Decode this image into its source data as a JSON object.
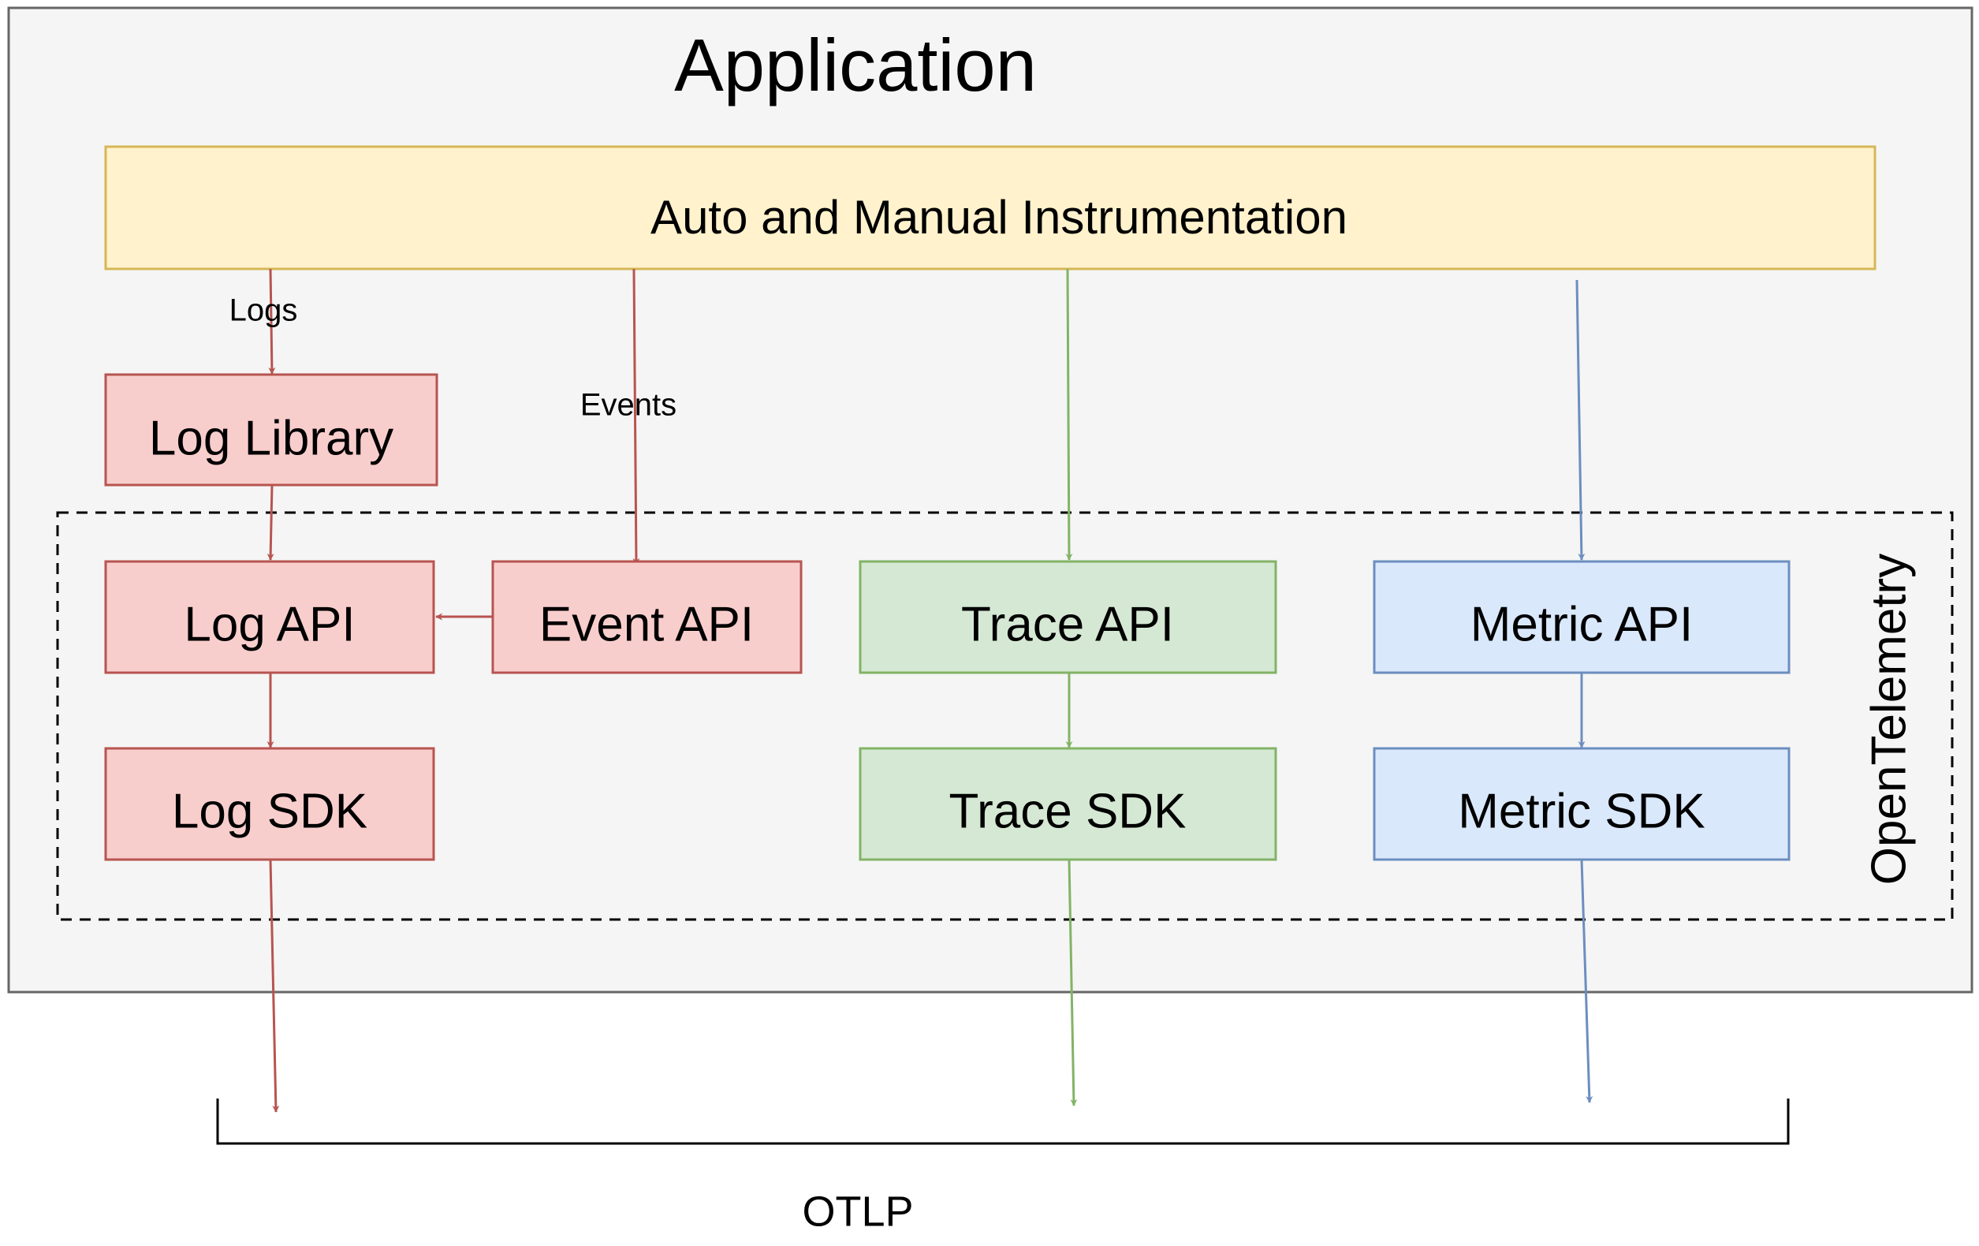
{
  "application": {
    "title": "Application"
  },
  "instrumentation": {
    "label": "Auto and Manual Instrumentation"
  },
  "edge_labels": {
    "logs": "Logs",
    "events": "Events"
  },
  "boxes": {
    "log_library": "Log Library",
    "log_api": "Log API",
    "event_api": "Event API",
    "trace_api": "Trace API",
    "metric_api": "Metric API",
    "log_sdk": "Log SDK",
    "trace_sdk": "Trace SDK",
    "metric_sdk": "Metric SDK"
  },
  "opentelemetry": {
    "label": "OpenTelemetry"
  },
  "otlp": {
    "label": "OTLP"
  },
  "colors": {
    "log_fill": "#f8cecc",
    "log_stroke": "#b85450",
    "trace_fill": "#d5e8d4",
    "trace_stroke": "#82b366",
    "metric_fill": "#dae8fc",
    "metric_stroke": "#6c8ebf",
    "instr_fill": "#fff2cc",
    "instr_stroke": "#d6b656",
    "app_fill": "#f5f5f5",
    "app_stroke": "#666666"
  }
}
